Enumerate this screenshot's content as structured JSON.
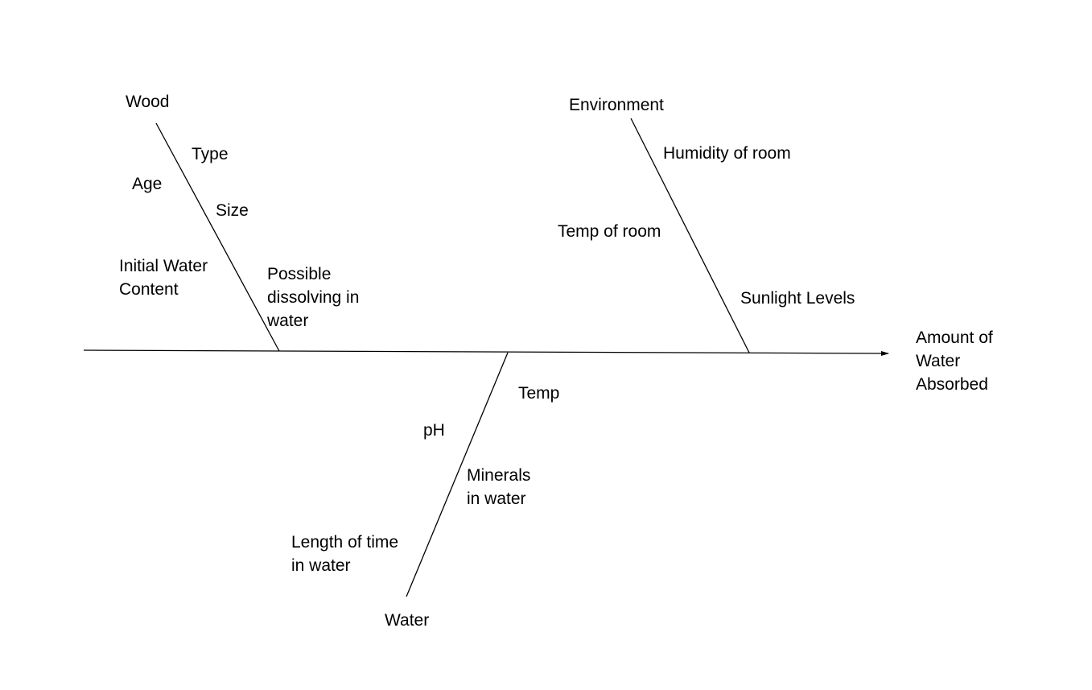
{
  "effect": [
    "Amount of",
    "Water",
    "Absorbed"
  ],
  "categories": {
    "wood": {
      "title": "Wood",
      "causes": {
        "type": [
          "Type"
        ],
        "age": [
          "Age"
        ],
        "size": [
          "Size"
        ],
        "initial_water": [
          "Initial Water",
          "Content"
        ],
        "dissolving": [
          "Possible",
          "dissolving in",
          "water"
        ]
      }
    },
    "environment": {
      "title": "Environment",
      "causes": {
        "humidity": [
          "Humidity of room"
        ],
        "temp_room": [
          "Temp of room"
        ],
        "sunlight": [
          "Sunlight Levels"
        ]
      }
    },
    "water": {
      "title": "Water",
      "causes": {
        "temp": [
          "Temp"
        ],
        "ph": [
          "pH"
        ],
        "minerals": [
          "Minerals",
          "in water"
        ],
        "length_time": [
          "Length of time",
          "in water"
        ]
      }
    }
  },
  "colors": {
    "line": "#000000",
    "text": "#000000",
    "background": "#ffffff"
  }
}
